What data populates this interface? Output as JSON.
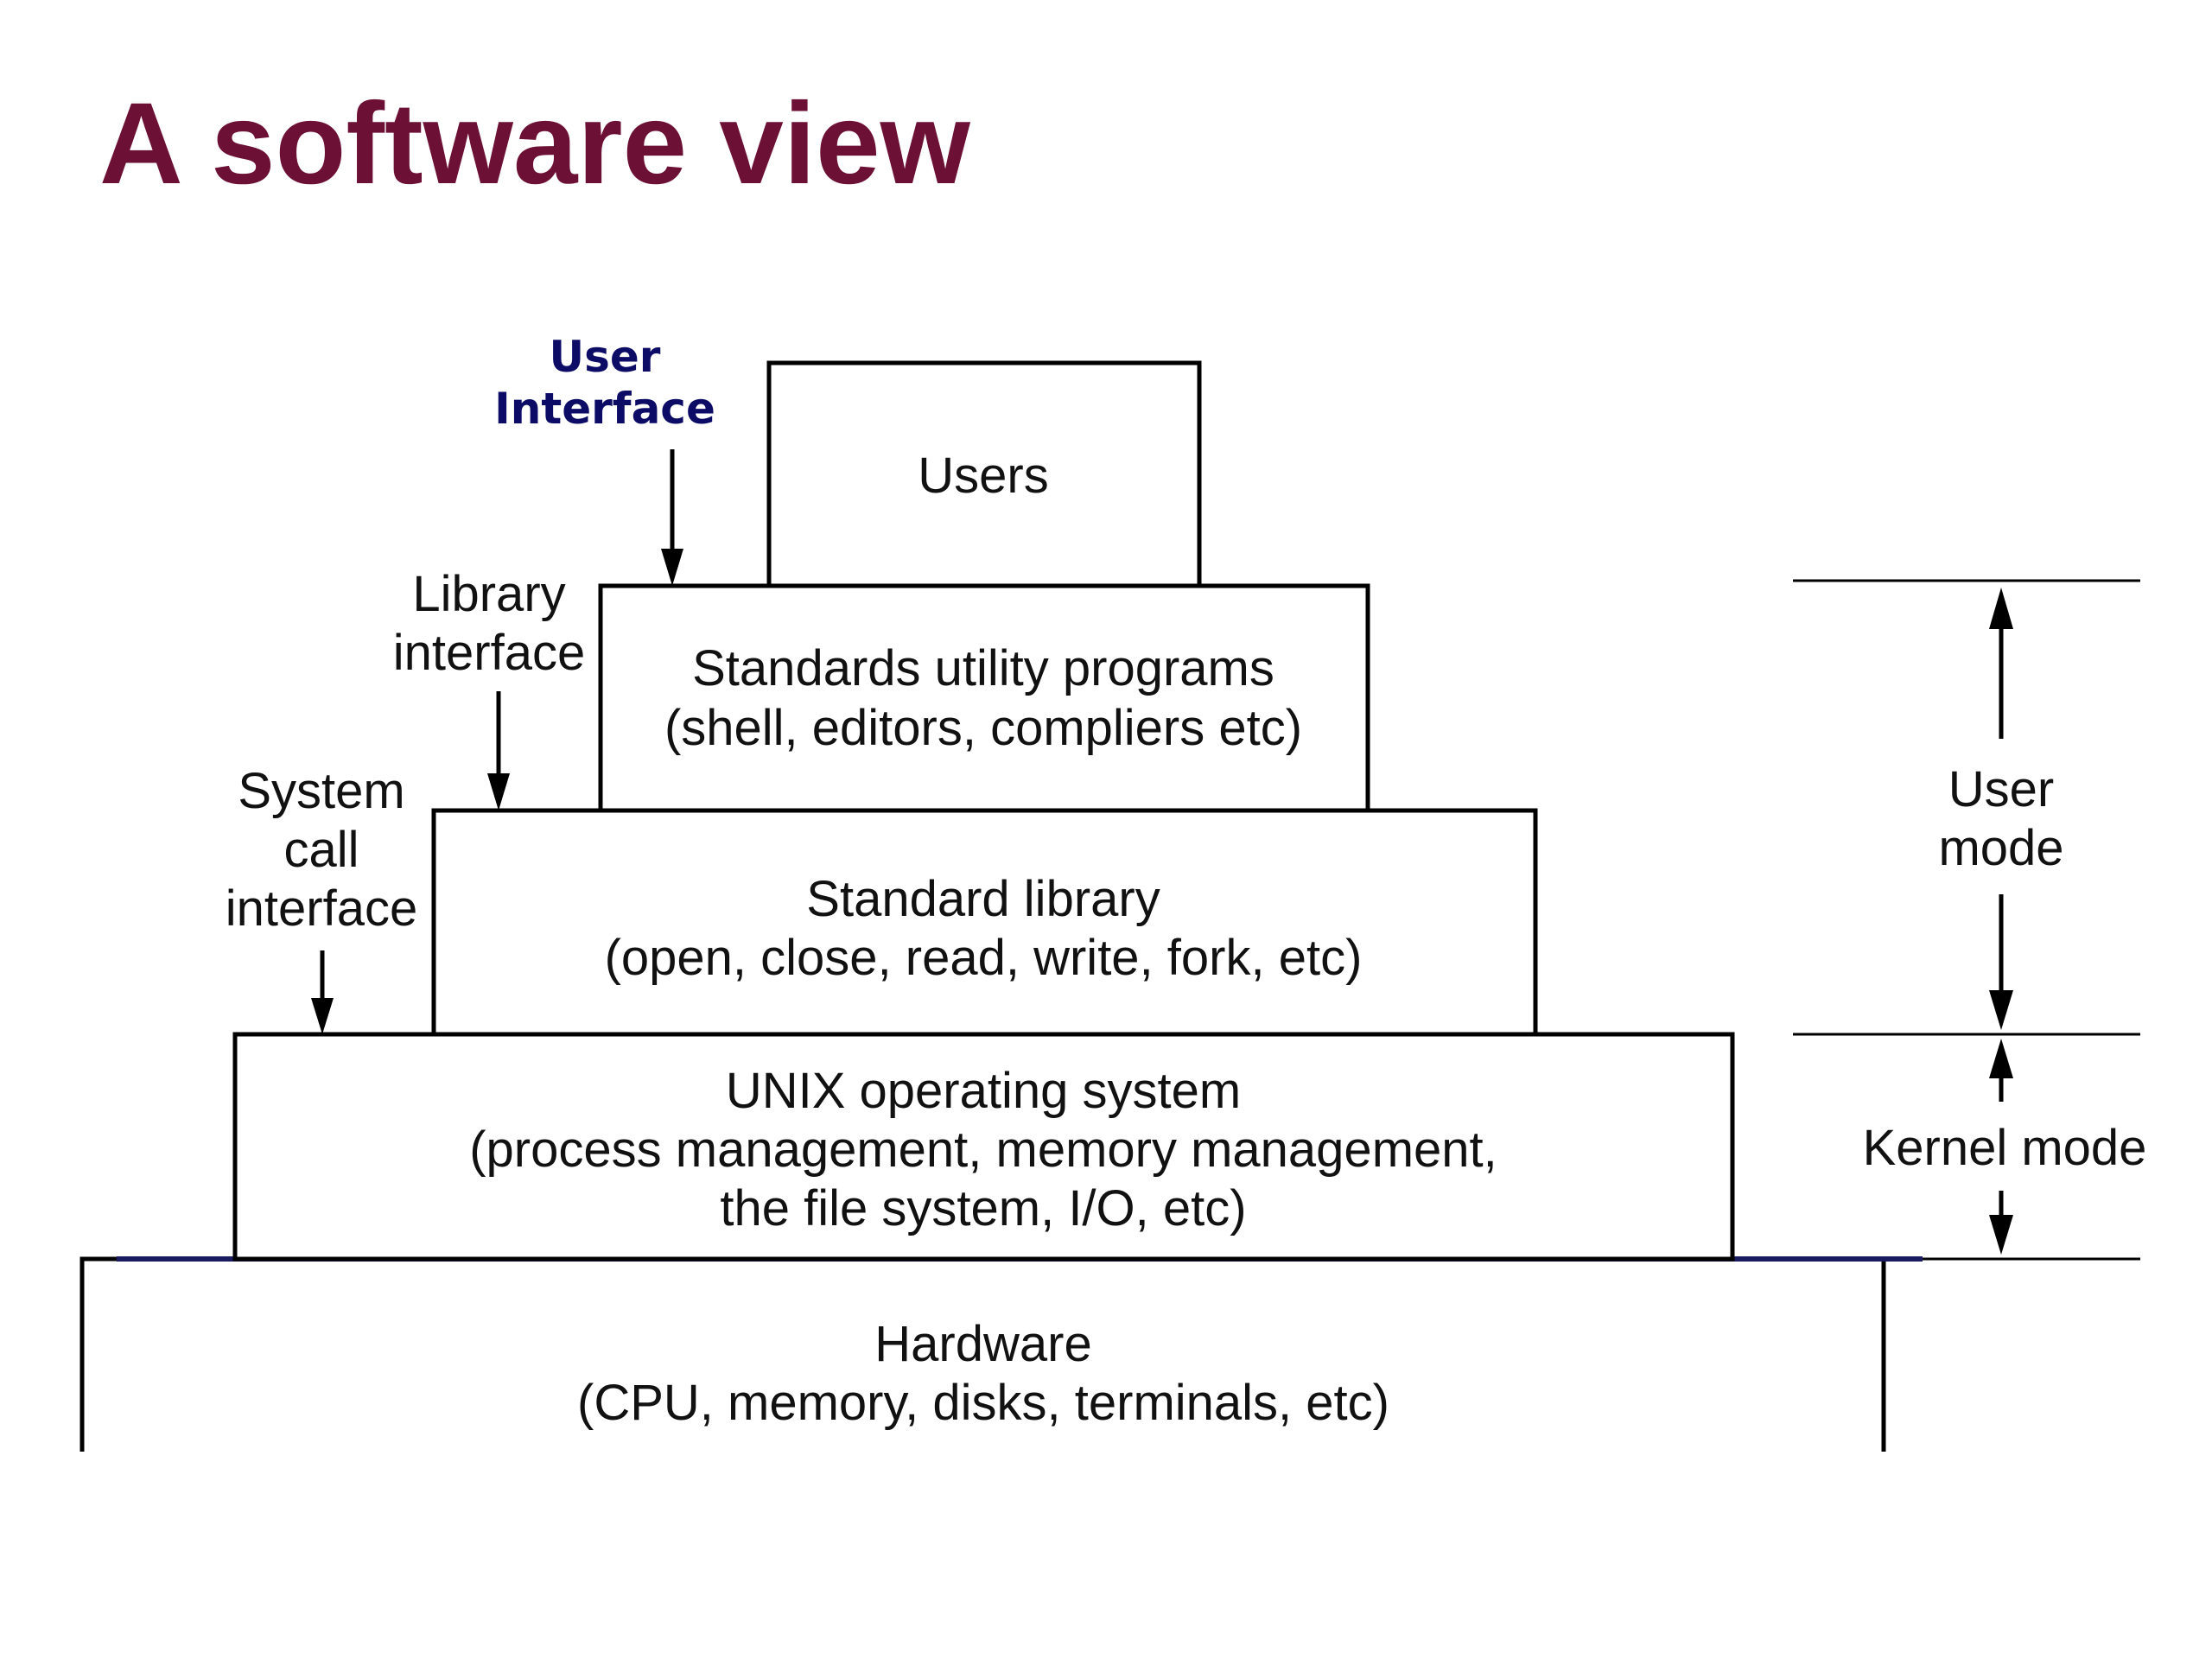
{
  "title": "A software view",
  "layers": {
    "users": {
      "line1": "Users"
    },
    "utilities": {
      "line1": "Standards utility programs",
      "line2": "(shell, editors, compliers etc)"
    },
    "library": {
      "line1": "Standard library",
      "line2": "(open, close, read, write, fork, etc)"
    },
    "os": {
      "line1": "UNIX operating system",
      "line2": "(process management, memory management,",
      "line3": "the file system, I/O, etc)"
    },
    "hardware": {
      "line1": "Hardware",
      "line2": "(CPU, memory, disks, terminals, etc)"
    }
  },
  "interfaces": {
    "user": {
      "line1": "User",
      "line2": "Interface"
    },
    "library": {
      "line1": "Library",
      "line2": "interface"
    },
    "syscall": {
      "line1": "System",
      "line2": "call",
      "line3": "interface"
    }
  },
  "modes": {
    "user": {
      "line1": "User",
      "line2": "mode"
    },
    "kernel": {
      "line1": "Kernel mode"
    }
  },
  "colors": {
    "title": "#6d1035",
    "user_interface_label": "#0c0c66",
    "hardware_top_edge": "#1a1a5e"
  }
}
